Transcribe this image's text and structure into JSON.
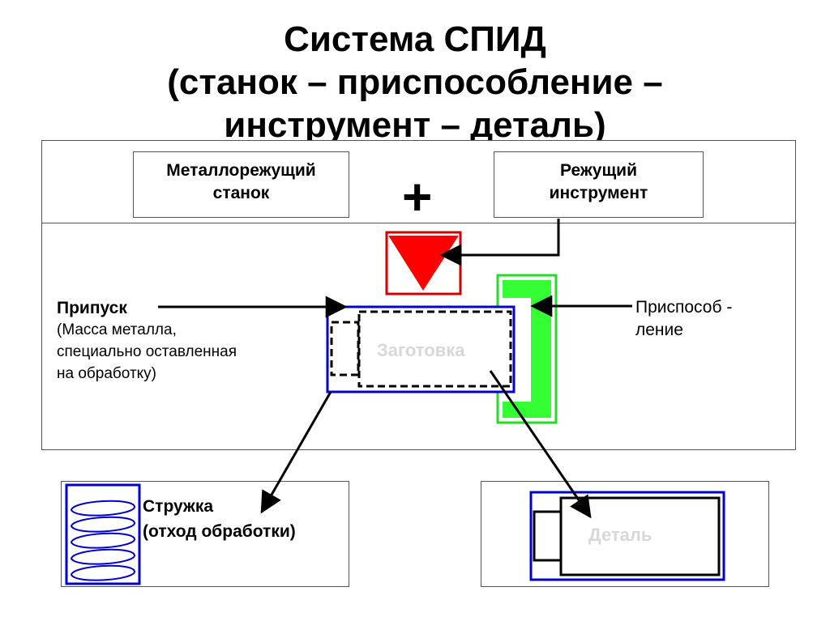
{
  "title": {
    "line1": "Система СПИД",
    "line2": "(станок – приспособление –",
    "line3": "инструмент – деталь)"
  },
  "machine": {
    "line1": "Металлорежущий",
    "line2": "станок"
  },
  "plus": "+",
  "tool": {
    "line1": "Режущий",
    "line2": "инструмент"
  },
  "allowance": {
    "title": "Припуск",
    "desc1": "(Масса металла,",
    "desc2": "специально оставленная",
    "desc3": "на обработку)"
  },
  "fixture": {
    "line1": "Приспособ -",
    "line2": "ление"
  },
  "workpiece": "Заготовка",
  "chips": {
    "line1": "Стружка",
    "line2": "(отход обработки)"
  },
  "part": "Деталь",
  "colors": {
    "tool_red": "#ff0000",
    "fixture_green": "#33ff33",
    "outline_blue": "#0000cc",
    "ghost_text": "#d8d8d8"
  }
}
